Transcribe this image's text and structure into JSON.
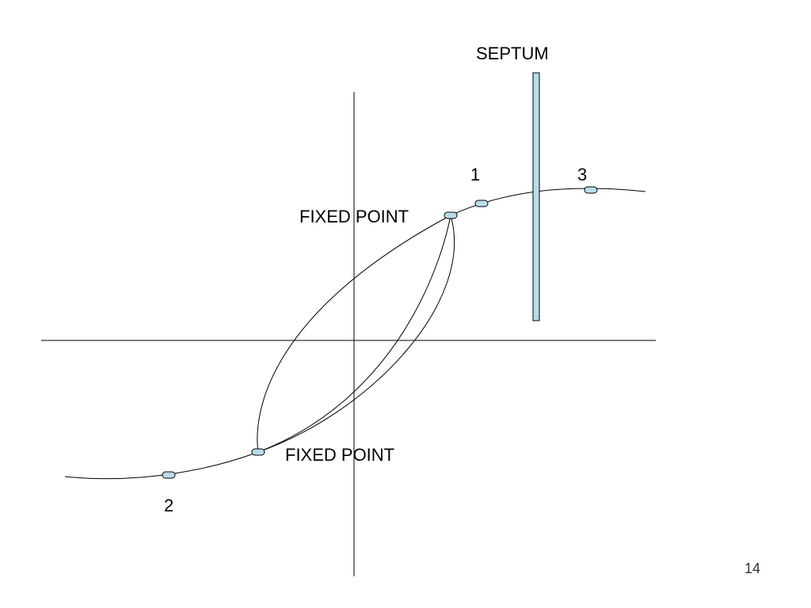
{
  "labels": {
    "septum": "SEPTUM",
    "fixed_point_upper": "FIXED POINT",
    "fixed_point_lower": "FIXED POINT",
    "point_1": "1",
    "point_2": "2",
    "point_3": "3"
  },
  "page_number": "14",
  "colors": {
    "marker_fill": "#b7dde8",
    "septum_fill": "#b7dde8",
    "line": "#000000"
  }
}
